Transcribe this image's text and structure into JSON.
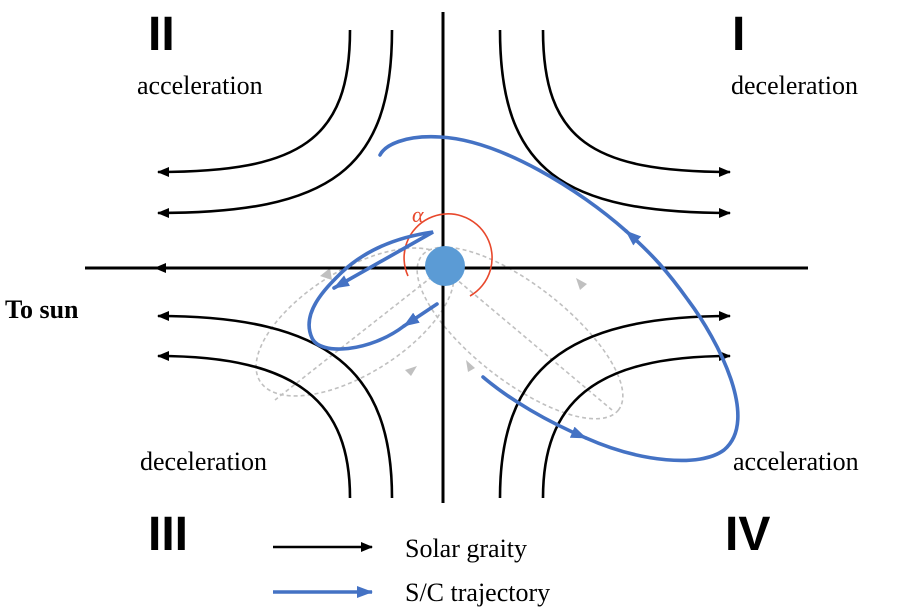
{
  "quadrants": {
    "q1": {
      "numeral": "I",
      "label": "deceleration"
    },
    "q2": {
      "numeral": "II",
      "label": "acceleration"
    },
    "q3": {
      "numeral": "III",
      "label": "deceleration"
    },
    "q4": {
      "numeral": "IV",
      "label": "acceleration"
    }
  },
  "axis_label": "To sun",
  "angle_symbol": "α",
  "legend": {
    "items": [
      {
        "label": "Solar graity",
        "color": "#000000"
      },
      {
        "label": "S/C trajectory",
        "color": "#4472c4"
      }
    ]
  },
  "colors": {
    "gravity": "#000000",
    "trajectory": "#4472c4",
    "body": "#5b9bd5",
    "angle_arc": "#e8482c",
    "ghost_orbit": "#bfbfbf"
  }
}
